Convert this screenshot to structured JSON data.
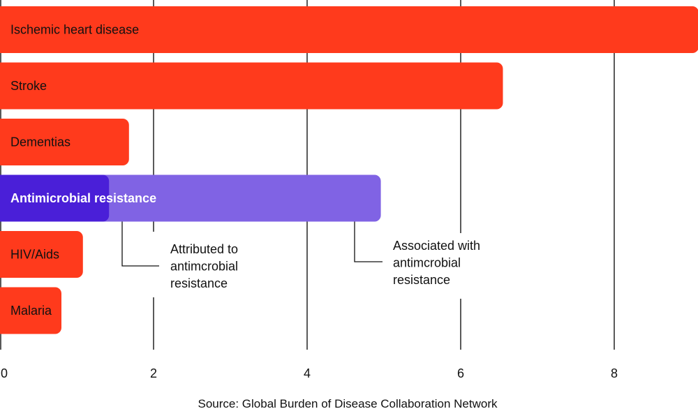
{
  "chart_data": {
    "type": "bar",
    "orientation": "horizontal",
    "categories": [
      "Ischemic heart disease",
      "Stroke",
      "Dementias",
      "Antimicrobial resistance",
      "HIV/Aids",
      "Malaria"
    ],
    "values": [
      9.1,
      6.55,
      1.68,
      4.96,
      1.08,
      0.8
    ],
    "attributed_amr": 1.42,
    "x_ticks": [
      "0",
      "2",
      "4",
      "6",
      "8"
    ],
    "xlim": [
      0,
      9.1
    ],
    "grid": true,
    "annotations": [
      {
        "id": "attributed",
        "lines": [
          "Attributed to",
          "antimcrobial",
          "resistance"
        ]
      },
      {
        "id": "associated",
        "lines": [
          "Associated with",
          "antimcrobial",
          "resistance"
        ]
      }
    ],
    "colors": {
      "bar": "#ff3a1c",
      "amr_associated": "#8063e4",
      "amr_attributed": "#4a1fd8",
      "grid": "#000000",
      "text": "#111111",
      "highlight_text": "#ffffff"
    },
    "highlight_category": "Antimicrobial resistance"
  },
  "source": "Source: Global Burden of Disease Collaboration Network"
}
